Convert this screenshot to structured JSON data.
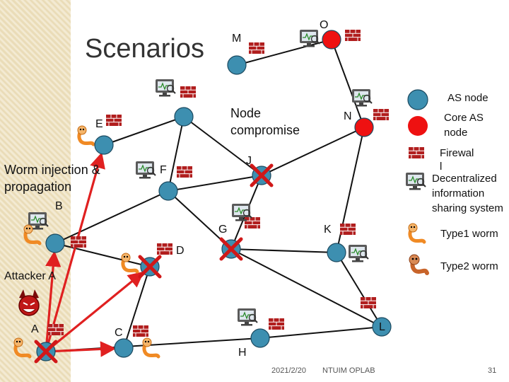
{
  "title": "Scenarios",
  "colors": {
    "as_node": "#3d8fb0",
    "core_node": "#ee1111",
    "attack_edge": "#e02020",
    "edge": "#111111",
    "firewall": "#b11e1e",
    "worm_type1": "#f08a24",
    "worm_type2": "#c8642a"
  },
  "nodes": [
    {
      "id": "M",
      "label": "M",
      "type": "as"
    },
    {
      "id": "O",
      "label": "O",
      "type": "core"
    },
    {
      "id": "N",
      "label": "N",
      "type": "core"
    },
    {
      "id": "E",
      "label": "E",
      "type": "as"
    },
    {
      "id": "top",
      "label": "",
      "type": "as"
    },
    {
      "id": "F",
      "label": "F",
      "type": "as"
    },
    {
      "id": "J",
      "label": "J",
      "type": "compromised"
    },
    {
      "id": "B",
      "label": "B",
      "type": "as"
    },
    {
      "id": "G",
      "label": "G",
      "type": "compromised"
    },
    {
      "id": "K",
      "label": "K",
      "type": "as"
    },
    {
      "id": "D",
      "label": "D",
      "type": "compromised"
    },
    {
      "id": "A",
      "label": "A",
      "type": "compromised"
    },
    {
      "id": "C",
      "label": "C",
      "type": "as"
    },
    {
      "id": "H",
      "label": "H",
      "type": "as"
    },
    {
      "id": "L",
      "label": "L",
      "type": "as"
    }
  ],
  "edges": [
    [
      "M",
      "O"
    ],
    [
      "O",
      "N"
    ],
    [
      "N",
      "K"
    ],
    [
      "N",
      "J"
    ],
    [
      "top",
      "J"
    ],
    [
      "top",
      "F"
    ],
    [
      "E",
      "top"
    ],
    [
      "F",
      "J"
    ],
    [
      "F",
      "G"
    ],
    [
      "F",
      "B"
    ],
    [
      "G",
      "J"
    ],
    [
      "G",
      "K"
    ],
    [
      "G",
      "L"
    ],
    [
      "K",
      "L"
    ],
    [
      "E",
      "A"
    ],
    [
      "B",
      "D"
    ],
    [
      "D",
      "A"
    ],
    [
      "H",
      "L"
    ],
    [
      "A",
      "C"
    ],
    [
      "C",
      "D"
    ],
    [
      "A",
      "H"
    ]
  ],
  "attack_edges": [
    [
      "A",
      "B"
    ],
    [
      "A",
      "D"
    ],
    [
      "A",
      "E"
    ],
    [
      "A",
      "C"
    ]
  ],
  "annotations": {
    "node_compromise": [
      "Node",
      "compromise"
    ],
    "worm_injection": [
      "Worm injection &",
      "propagation"
    ],
    "attacker": "Attacker A"
  },
  "legend": {
    "as_node": "AS node",
    "core_node": [
      "Core  AS",
      "node"
    ],
    "firewall": [
      "Firewal",
      "l"
    ],
    "decentralized": [
      "Decentralized",
      "information",
      "sharing system"
    ],
    "type1_worm": "Type1 worm",
    "type2_worm": "Type2 worm"
  },
  "footer": {
    "date": "2021/2/20",
    "org": "NTUIM OPLAB",
    "page": "31"
  }
}
